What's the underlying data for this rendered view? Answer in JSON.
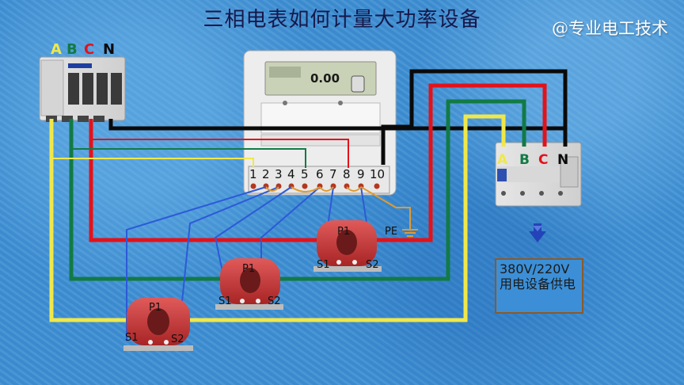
{
  "title": "三相电表如何计量大功率设备",
  "watermark": "@专业电工技术",
  "main_breaker": {
    "phase_labels": [
      "A",
      "B",
      "C",
      "N"
    ]
  },
  "meter": {
    "display_reading": "0.00",
    "terminal_numbers": [
      "1",
      "2",
      "3",
      "4",
      "5",
      "6",
      "7",
      "8",
      "9",
      "10"
    ]
  },
  "load_breaker": {
    "phase_labels": [
      "A",
      "B",
      "C",
      "N"
    ]
  },
  "ground_label": "PE",
  "current_transformers": [
    {
      "primary_label": "P1",
      "s1_label": "S1",
      "s2_label": "S2"
    },
    {
      "primary_label": "P1",
      "s1_label": "S1",
      "s2_label": "S2"
    },
    {
      "primary_label": "P1",
      "s1_label": "S1",
      "s2_label": "S2"
    }
  ],
  "load_box": {
    "line1": "380V/220V",
    "line2": "用电设备供电"
  },
  "colors": {
    "phase_a": "#f0e84a",
    "phase_b": "#127a45",
    "phase_c": "#e3121a",
    "neutral": "#0a0a0a",
    "signal": "#2c5ad8",
    "ground": "#e09a30",
    "ct_body": "#cc3a3a"
  },
  "icons": [
    "down-arrow-icon",
    "ground-icon"
  ]
}
